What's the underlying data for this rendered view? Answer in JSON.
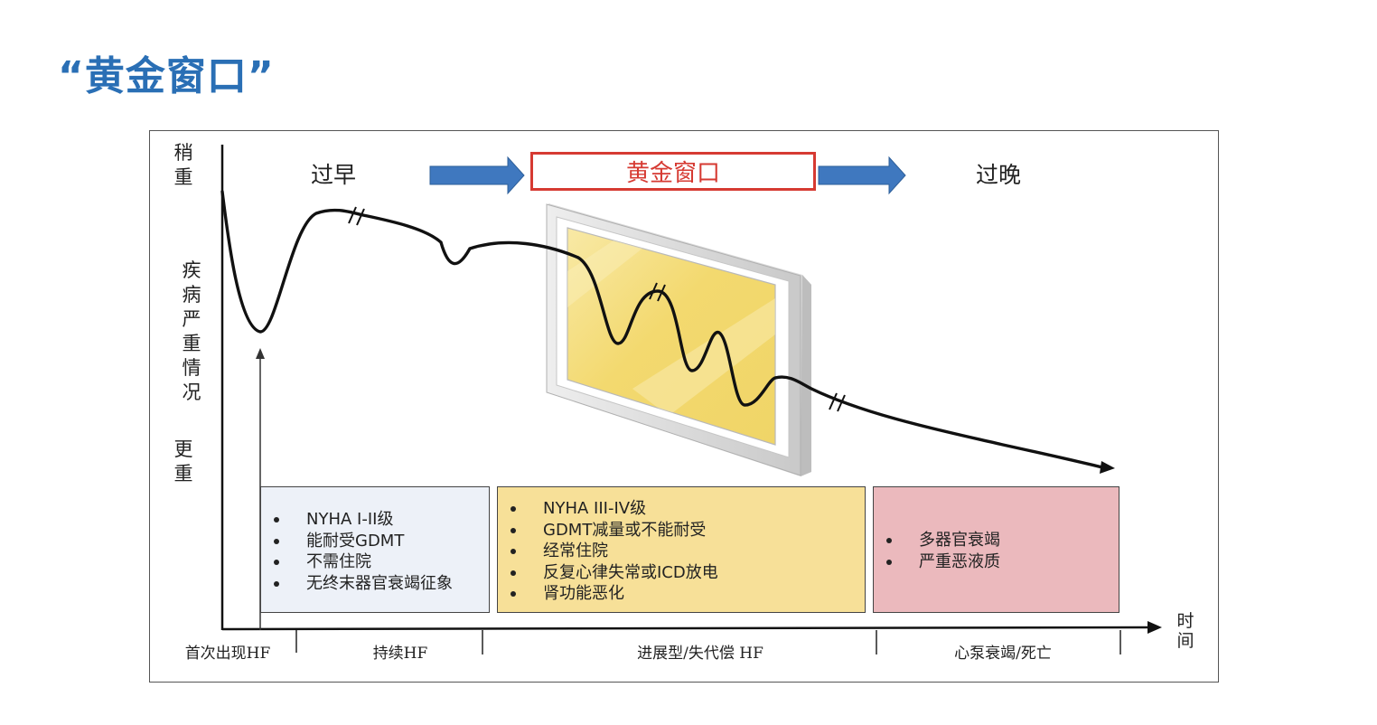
{
  "title": "“黄金窗口”",
  "y_axis": {
    "top_label": "稍重",
    "middle_label": "疾病严重情况",
    "bottom_label": "更重"
  },
  "x_axis": {
    "label": "时间"
  },
  "stages": {
    "early": "过早",
    "golden": "黄金窗口",
    "late": "过晚"
  },
  "boxes": [
    {
      "items": [
        "NYHA I-II级",
        "能耐受GDMT",
        "不需住院",
        "无终末器官衰竭征象"
      ],
      "color": "#edf1f8"
    },
    {
      "items": [
        "NYHA III-IV级",
        "GDMT减量或不能耐受",
        "经常住院",
        "反复心律失常或ICD放电",
        "肾功能恶化"
      ],
      "color": "#f7e098"
    },
    {
      "items": [
        "多器官衰竭",
        "严重恶液质"
      ],
      "color": "#ebb9bd"
    }
  ],
  "phases": [
    "首次出现HF",
    "持续HF",
    "进展型/失代偿 HF",
    "心泵衰竭/死亡"
  ],
  "colors": {
    "title": "#2a6fb5",
    "arrow": "#3f78bf",
    "golden_frame": "#d63a32",
    "window_glass": "#f3dc7a",
    "curve": "#111111"
  }
}
